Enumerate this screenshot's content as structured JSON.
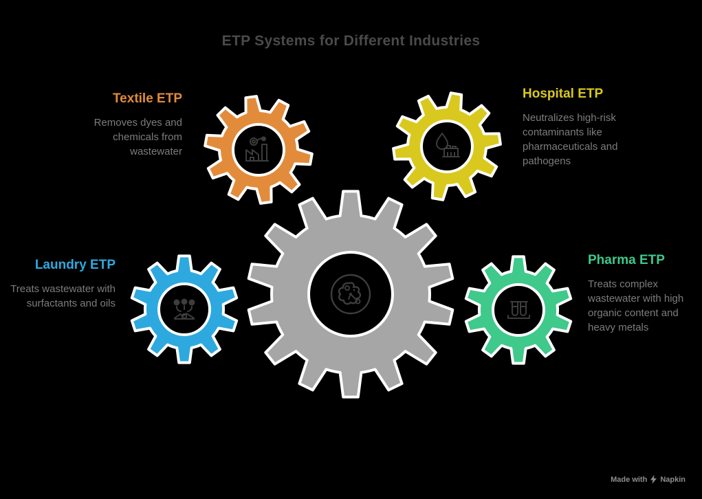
{
  "title": "ETP Systems for Different Industries",
  "colors": {
    "background": "#000000",
    "title_text": "#4a4a4a",
    "body_text": "#7c7c7c",
    "gear_outline": "#ffffff",
    "icon_stroke": "#3d3d3d",
    "watermark_text": "#8e8e8e"
  },
  "center": {
    "name": "Central ETP gear",
    "color": "#a6a6a6",
    "icon": "microbe-icon"
  },
  "items": [
    {
      "id": "textile",
      "label": "Textile ETP",
      "description": "Removes dyes and chemicals from wastewater",
      "color": "#e28c3b",
      "icon": "factory-icon"
    },
    {
      "id": "hospital",
      "label": "Hospital ETP",
      "description": "Neutralizes high-risk contaminants like pharmaceuticals and pathogens",
      "color": "#d9c91e",
      "icon": "droplet-building-icon"
    },
    {
      "id": "laundry",
      "label": "Laundry ETP",
      "description": "Treats wastewater with surfactants and oils",
      "color": "#2ea9df",
      "icon": "soap-suds-icon"
    },
    {
      "id": "pharma",
      "label": "Pharma ETP",
      "description": "Treats complex wastewater with high organic content and heavy metals",
      "color": "#3fc98b",
      "icon": "test-tubes-icon"
    }
  ],
  "watermark": {
    "prefix": "Made with",
    "brand": "Napkin"
  }
}
